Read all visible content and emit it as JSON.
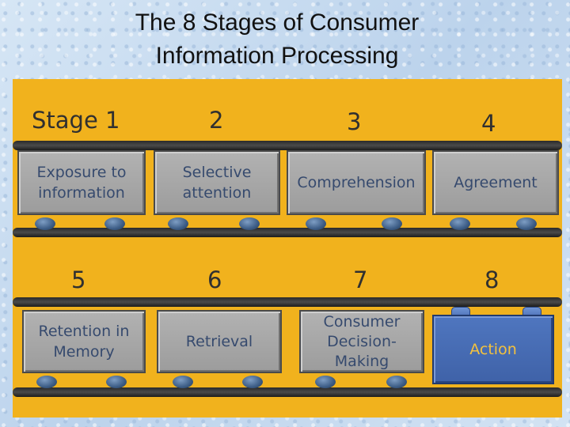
{
  "title": {
    "line1": "The 8 Stages of Consumer",
    "line2": "Information Processing"
  },
  "stages": [
    {
      "label": "Stage 1",
      "text": "Exposure to\ninformation"
    },
    {
      "label": "2",
      "text": "Selective\nattention"
    },
    {
      "label": "3",
      "text": "Comprehension"
    },
    {
      "label": "4",
      "text": "Agreement"
    },
    {
      "label": "5",
      "text": "Retention in\nMemory"
    },
    {
      "label": "6",
      "text": "Retrieval"
    },
    {
      "label": "7",
      "text": "Consumer\nDecision-\nMaking"
    },
    {
      "label": "8",
      "text": "Action"
    }
  ],
  "colors": {
    "board": "#f1b21d",
    "card": "#a8a8a8",
    "card_text": "#364a6e",
    "active_card": "#4a6fb8",
    "active_text": "#f4c23d"
  }
}
